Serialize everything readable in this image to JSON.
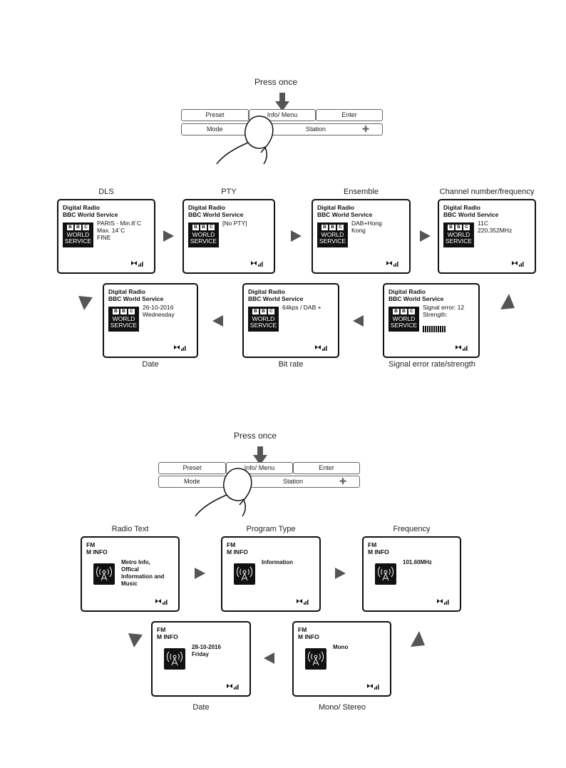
{
  "section1": {
    "press_label": "Press once",
    "buttons": {
      "preset": "Preset",
      "info_menu": "Info/ Menu",
      "enter": "Enter",
      "mode": "Mode",
      "station": "Station"
    },
    "screens": [
      {
        "caption": "DLS",
        "line1": "Digital Radio",
        "line2": "BBC World Service",
        "info": "PARIS - Min.8´C\nMax. 14´C\nFINE"
      },
      {
        "caption": "PTY",
        "line1": "Digital Radio",
        "line2": "BBC World Service",
        "info": "[No PTY]"
      },
      {
        "caption": "Ensemble",
        "line1": "Digital Radio",
        "line2": "BBC World Service",
        "info": "DAB+Hong\nKong"
      },
      {
        "caption": "Channel number/frequency",
        "line1": "Digital Radio",
        "line2": "BBC World Service",
        "info": "11C\n220.352MHz"
      },
      {
        "caption": "Date",
        "line1": "Digital Radio",
        "line2": "BBC World Service",
        "info": "26-10-2016\nWednesday"
      },
      {
        "caption": "Bit rate",
        "line1": "Digital Radio",
        "line2": "BBC World Service",
        "info": "64kps / DAB +"
      },
      {
        "caption": "Signal error rate/strength",
        "line1": "Digital Radio",
        "line2": "BBC World Service",
        "info": "Signal error: 12\nStrength:"
      }
    ],
    "logo": {
      "b1": "B",
      "b2": "B",
      "b3": "C",
      "w1": "WORLD",
      "w2": "SERVICE"
    }
  },
  "section2": {
    "press_label": "Press once",
    "buttons": {
      "preset": "Preset",
      "info_menu": "Info/ Menu",
      "enter": "Enter",
      "mode": "Mode",
      "station": "Station"
    },
    "screens": [
      {
        "caption": "Radio Text",
        "line1": "FM",
        "line2": "M INFO",
        "info": "Metro Info,\nOffical\nInformation and\nMusic"
      },
      {
        "caption": "Program Type",
        "line1": "FM",
        "line2": "M INFO",
        "info": "Information"
      },
      {
        "caption": "Frequency",
        "line1": "FM",
        "line2": "M INFO",
        "info": "101.60MHz"
      },
      {
        "caption": "Date",
        "line1": "FM",
        "line2": "M INFO",
        "info": "28-10-2016\nFriday"
      },
      {
        "caption": "Mono/ Stereo",
        "line1": "FM",
        "line2": "M INFO",
        "info": "Mono"
      }
    ]
  },
  "colors": {
    "ink": "#111111",
    "arrow": "#555555"
  },
  "icons": [
    "down-arrow-icon",
    "hand-icon",
    "plus-icon",
    "bbc-world-service-logo",
    "fm-radio-icon",
    "signal-icon",
    "next-arrow-icon"
  ]
}
